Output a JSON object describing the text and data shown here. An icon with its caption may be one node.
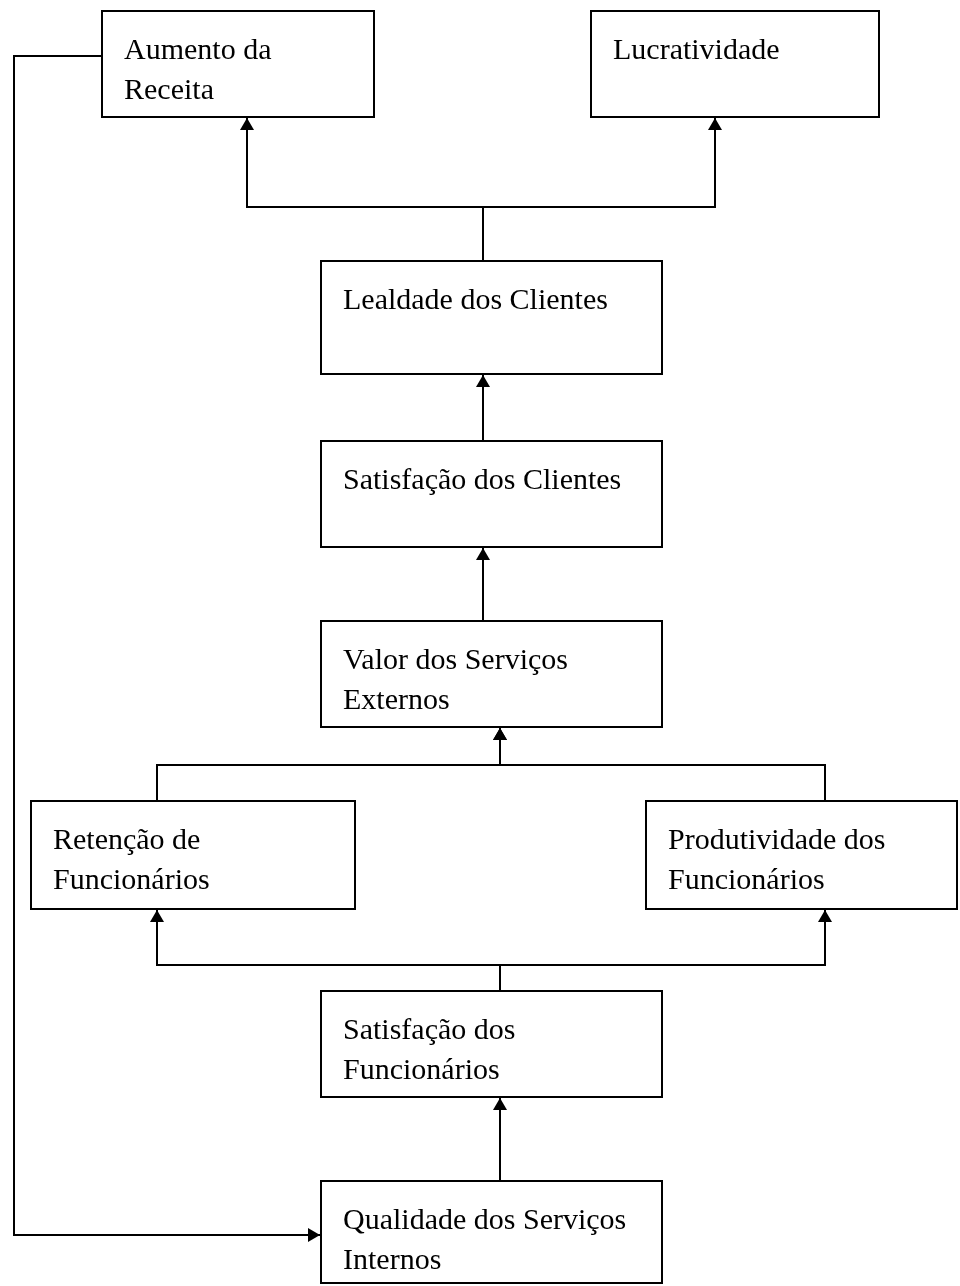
{
  "diagram": {
    "nodes": [
      {
        "text": [
          "Aumento da Receita"
        ]
      },
      {
        "text": [
          "Lucratividade"
        ]
      },
      {
        "text": [
          "Lealdade dos Clientes"
        ]
      },
      {
        "text": [
          "Satisfação dos Clientes"
        ]
      },
      {
        "text": [
          "Valor dos Serviços Externos"
        ]
      },
      {
        "text": [
          "Retenção de Funcionários"
        ]
      },
      {
        "text": [
          "Produtividade dos Funcionários"
        ]
      },
      {
        "text": [
          "Satisfação dos Funcionários"
        ]
      },
      {
        "text": [
          "Qualidade dos Serviços Internos"
        ]
      }
    ],
    "edges": [
      {
        "from": 2,
        "to": 0,
        "arrow": "to"
      },
      {
        "from": 2,
        "to": 1,
        "arrow": "to"
      },
      {
        "from": 3,
        "to": 2,
        "arrow": "to"
      },
      {
        "from": 4,
        "to": 3,
        "arrow": "to"
      },
      {
        "from": 5,
        "to": 4,
        "arrow": "to"
      },
      {
        "from": 6,
        "to": 4,
        "arrow": "to"
      },
      {
        "from": 7,
        "to": 5,
        "arrow": "to"
      },
      {
        "from": 7,
        "to": 6,
        "arrow": "to"
      },
      {
        "from": 8,
        "to": 7,
        "arrow": "to"
      },
      {
        "from": 0,
        "to": 8,
        "arrow": "to"
      }
    ]
  }
}
